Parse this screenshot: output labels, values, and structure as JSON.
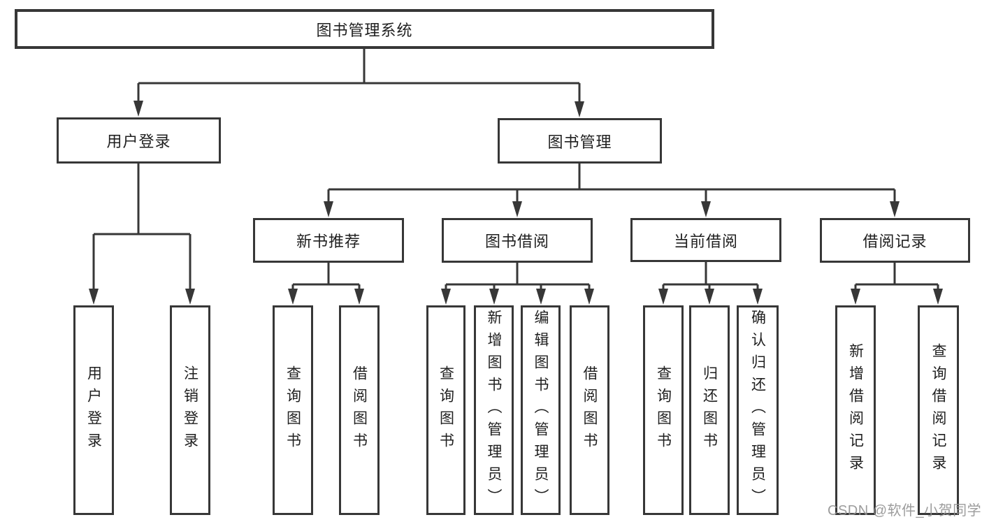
{
  "diagram_title": "图书管理系统",
  "tree": {
    "root": {
      "label": "图书管理系统",
      "children": [
        {
          "label": "用户登录",
          "children": [
            {
              "label": "用户登录"
            },
            {
              "label": "注销登录"
            }
          ]
        },
        {
          "label": "图书管理",
          "children": [
            {
              "label": "新书推荐",
              "children": [
                {
                  "label": "查询图书"
                },
                {
                  "label": "借阅图书"
                }
              ]
            },
            {
              "label": "图书借阅",
              "children": [
                {
                  "label": "查询图书"
                },
                {
                  "label": "新增图书（管理员）"
                },
                {
                  "label": "编辑图书（管理员）"
                },
                {
                  "label": "借阅图书"
                }
              ]
            },
            {
              "label": "当前借阅",
              "children": [
                {
                  "label": "查询图书"
                },
                {
                  "label": "归还图书"
                },
                {
                  "label": "确认归还（管理员）"
                }
              ]
            },
            {
              "label": "借阅记录",
              "children": [
                {
                  "label": "新增借阅记录"
                },
                {
                  "label": "查询借阅记录"
                }
              ]
            }
          ]
        }
      ]
    }
  },
  "watermark": "CSDN @软件_小贺同学",
  "colors": {
    "line": "#373737",
    "box_border": "#373737",
    "text": "#1f1f1f",
    "watermark": "#929292",
    "background": "#ffffff"
  }
}
